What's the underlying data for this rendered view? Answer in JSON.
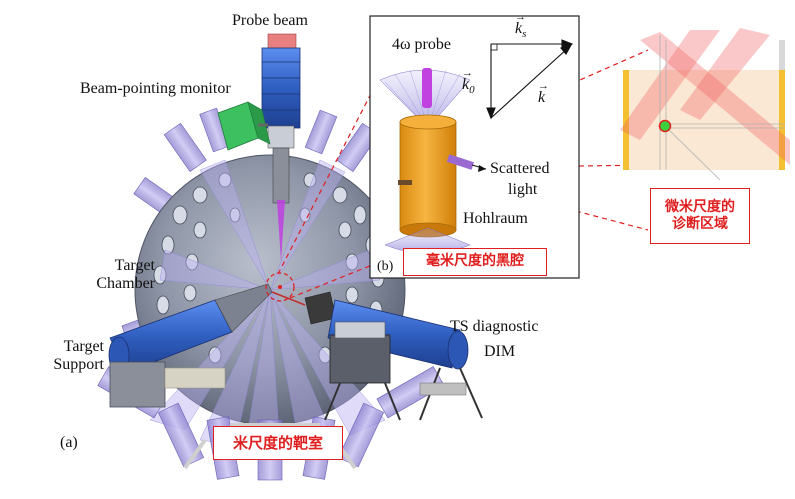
{
  "labels": {
    "probe_beam": "Probe beam",
    "beam_pointing": "Beam-pointing monitor",
    "target_chamber_1": "Target",
    "target_chamber_2": "Chamber",
    "target_support_1": "Target",
    "target_support_2": "Support",
    "ts_diag_1": "TS diagnostic",
    "ts_diag_2": "DIM",
    "panel_a": "(a)",
    "panel_b": "(b)",
    "probe_4w": "4ω probe",
    "scattered_1": "Scattered",
    "scattered_2": "light",
    "hohlraum": "Hohlraum",
    "k0": "k",
    "k0_sub": "0",
    "ks": "k",
    "ks_sub": "s",
    "k": "k"
  },
  "boxes": {
    "chamber_scale": "米尺度的靶室",
    "hohlraum_scale": "毫米尺度的黑腔",
    "micro_scale_1": "微米尺度的",
    "micro_scale_2": "诊断区域"
  },
  "colors": {
    "annotation_red": "#e02020",
    "chamber_gray": "#8f96a6",
    "port_blue": "#9a8ee0",
    "hohlraum_orange": "#f0a020",
    "probe_purple": "#c040e0",
    "beam_red": "#f06060",
    "diagnostic_blue": "#2f5fc0"
  }
}
